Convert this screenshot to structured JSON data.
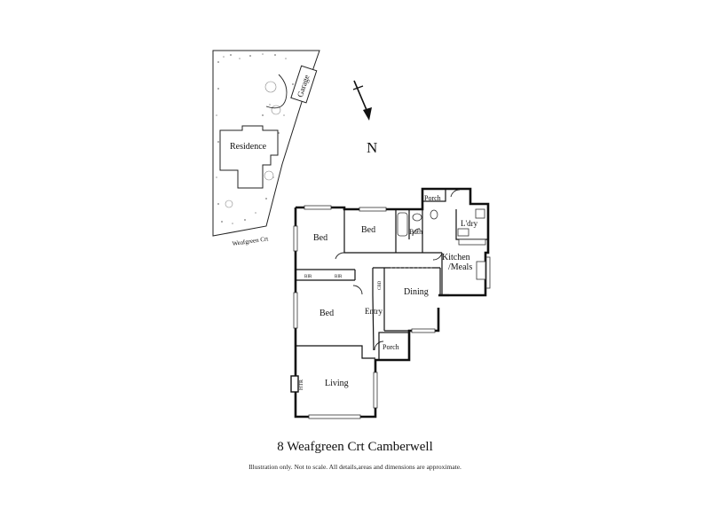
{
  "site_plan": {
    "residence_label": "Residence",
    "garage_label": "Garage",
    "street_label": "Weafgreen Crt"
  },
  "north_label": "N",
  "rooms": {
    "bed1": "Bed",
    "bed2": "Bed",
    "bed3": "Bed",
    "bath": "Bath",
    "porch_top": "Porch",
    "laundry": "L'dry",
    "kitchen": "Kitchen",
    "meals": "/Meals",
    "dining": "Dining",
    "entry": "Entry",
    "porch_front": "Porch",
    "living": "Living",
    "bir1": "BIR",
    "bir2": "BIR",
    "cbd": "CBD",
    "htr": "HTR"
  },
  "address_title": "8 Weafgreen Crt Camberwell",
  "disclaimer": "Illustration only. Not to scale. All details,areas and dimensions are approximate."
}
